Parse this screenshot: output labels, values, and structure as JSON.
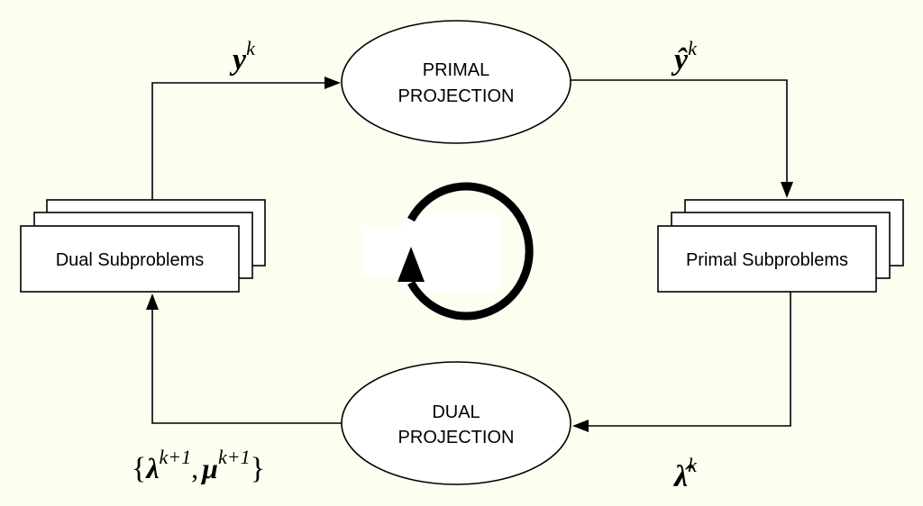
{
  "nodes": {
    "primal_projection": [
      "PRIMAL",
      "PROJECTION"
    ],
    "dual_projection": [
      "DUAL",
      "PROJECTION"
    ],
    "primal_subproblems": "Primal Subproblems",
    "dual_subproblems": "Dual Subproblems"
  },
  "edge_labels": {
    "y_base": "y",
    "y_sup": "k",
    "yhat_base": "ŷ",
    "yhat_sup": "k",
    "lambdahat_base": "λ̂",
    "lambdahat_sup": "k",
    "set_open": "{",
    "set_lambda": "λ",
    "set_lambda_sup": "k+1",
    "set_comma": ",",
    "set_mu": "μ",
    "set_mu_sup": "k+1",
    "set_close": "}"
  }
}
